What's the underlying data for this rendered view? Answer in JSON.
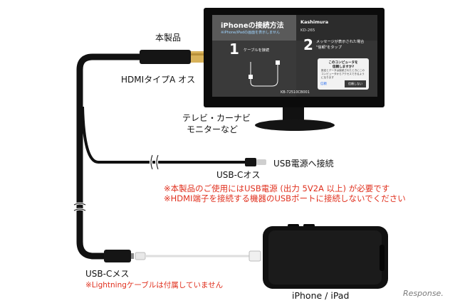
{
  "labels": {
    "product": "本製品",
    "hdmi": "HDMIタイプA オス",
    "tv": "テレビ・カーナビ",
    "monitor": "モニターなど",
    "usb_power": "USB電源へ接続",
    "usb_c_male": "USB-Cオス",
    "usb_c_female": "USB-Cメス",
    "device": "iPhone / iPad"
  },
  "notes": {
    "line1": "※本製品のご使用にはUSB電源 (出力 5V2A 以上) が必要です",
    "line2": "※HDMI端子を接続する機器のUSBポートに接続しないでください",
    "lightning": "※Lightningケーブルは付属していません"
  },
  "screen": {
    "title": "iPhoneの接続方法",
    "subtitle": "※iPhone/iPadの画面を表示しません",
    "brand": "Kashimura",
    "model": "KD-265",
    "step1_num": "1",
    "step1_text": "ケーブルを接続",
    "step2_num": "2",
    "step2_text_a": "メッセージが表示された場合",
    "step2_text_b": "\"信頼\"をタップ",
    "dialog_title_a": "このコンピュータを",
    "dialog_title_b": "信頼しますか?",
    "dialog_body": "設定とデータは接続されたときにこのコンピュータからアクセスできるようになります",
    "dialog_btn_trust": "信頼",
    "dialog_btn_no": "信頼しない",
    "footer": "KB-72510CB001"
  },
  "watermark": "Response."
}
